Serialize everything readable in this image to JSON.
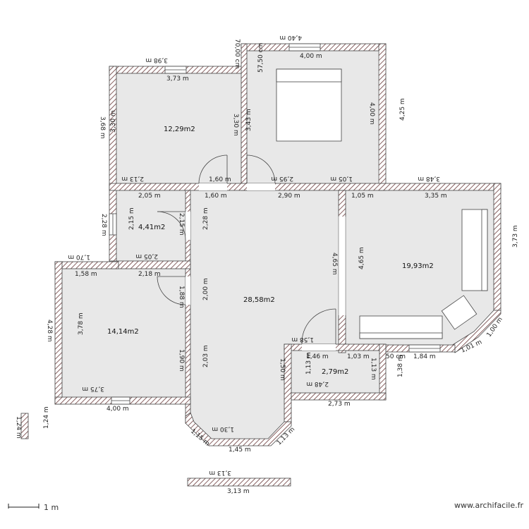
{
  "rooms": [
    {
      "key": "bedroom_left",
      "area": "12,29m2"
    },
    {
      "key": "small_room",
      "area": "4,41m2"
    },
    {
      "key": "left_room",
      "area": "14,14m2"
    },
    {
      "key": "hall",
      "area": "28,58m2"
    },
    {
      "key": "living",
      "area": "19,93m2"
    },
    {
      "key": "bath",
      "area": "2,79m2"
    }
  ],
  "dimensions": [
    "4,40 m",
    "4,00 m",
    "3,98 m",
    "3,73 m",
    "3,68 m",
    "3,30 m",
    "3,30 m",
    "3,43 m",
    "70,00 cm",
    "57,50 cm",
    "4,00 m",
    "4,25 m",
    "2,13 m",
    "1,60 m",
    "2,95 m",
    "1,05 m",
    "3,48 m",
    "2,05 m",
    "1,60 m",
    "2,90 m",
    "1,05 m",
    "3,35 m",
    "2,28 m",
    "2,15 m",
    "2,15 m",
    "2,28 m",
    "2,05 m",
    "1,70 m",
    "1,58 m",
    "2,18 m",
    "4,65 m",
    "4,65 m",
    "3,73 m",
    "1,88 m",
    "2,00 m",
    "4,28 m",
    "3,78 m",
    "1,90 m",
    "2,03 m",
    "1,58 m",
    "1,46 m",
    "1,03 m",
    "50 cm",
    "1,84 m",
    "1,01 m",
    "1,00 m",
    "1,50 m",
    "1,13 m",
    "1,13 m",
    "1,38 m",
    "2,48 m",
    "2,73 m",
    "3,75 m",
    "4,00 m",
    "1,24 m",
    "1,24 m",
    "1,30 m",
    "1,45 m",
    "1,15 m",
    "1,13 m",
    "3,13 m",
    "3,13 m"
  ],
  "scale": {
    "label": "1 m"
  },
  "brand": "www.archifacile.fr"
}
